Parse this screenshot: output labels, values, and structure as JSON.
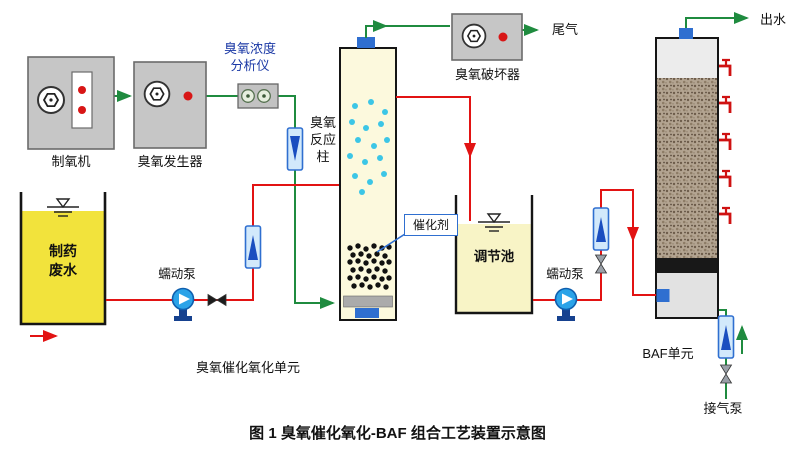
{
  "colors": {
    "pipe_gas_green": "#1f8b3f",
    "pipe_liquid_red": "#e21313",
    "accent_blue": "#2f6fd0",
    "tank_yellow": "#f2e33c",
    "pale_yellow": "#fcf9dd"
  },
  "labels": {
    "oxygen_generator": "制氧机",
    "ozone_generator": "臭氧发生器",
    "analyzer": [
      "臭氧浓度",
      "分析仪"
    ],
    "reaction_column": [
      "臭氧",
      "反应",
      "柱"
    ],
    "catalyst": "催化剂",
    "ozone_destructor": "臭氧破坏器",
    "tail_gas": "尾气",
    "wastewater": [
      "制药",
      "废水"
    ],
    "pump_left": "蠕动泵",
    "pump_right": "蠕动泵",
    "regulating_tank": "调节池",
    "oxidation_unit": "臭氧催化氧化单元",
    "baf_unit": "BAF单元",
    "air_pump": "接气泵",
    "effluent": "出水",
    "caption": "图 1 臭氧催化氧化-BAF 组合工艺装置示意图"
  }
}
